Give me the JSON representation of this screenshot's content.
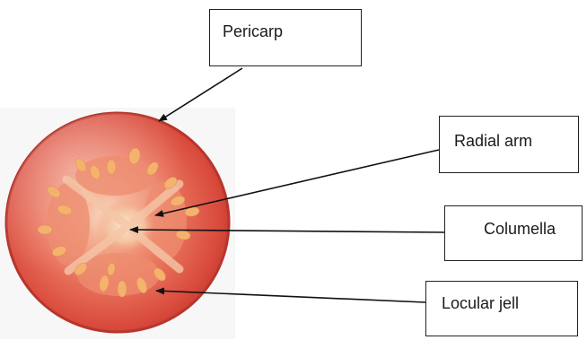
{
  "labels": {
    "pericarp": "Pericarp",
    "radial_arm": "Radial arm",
    "columella": "Columella",
    "locular_jell": "Locular jell"
  },
  "colors": {
    "flesh_outer": "#d8473a",
    "flesh_inner": "#ef8a6e",
    "center": "#f6d3b4",
    "seed": "#f2b06b",
    "arrow": "#111111",
    "box_border": "#222222"
  }
}
